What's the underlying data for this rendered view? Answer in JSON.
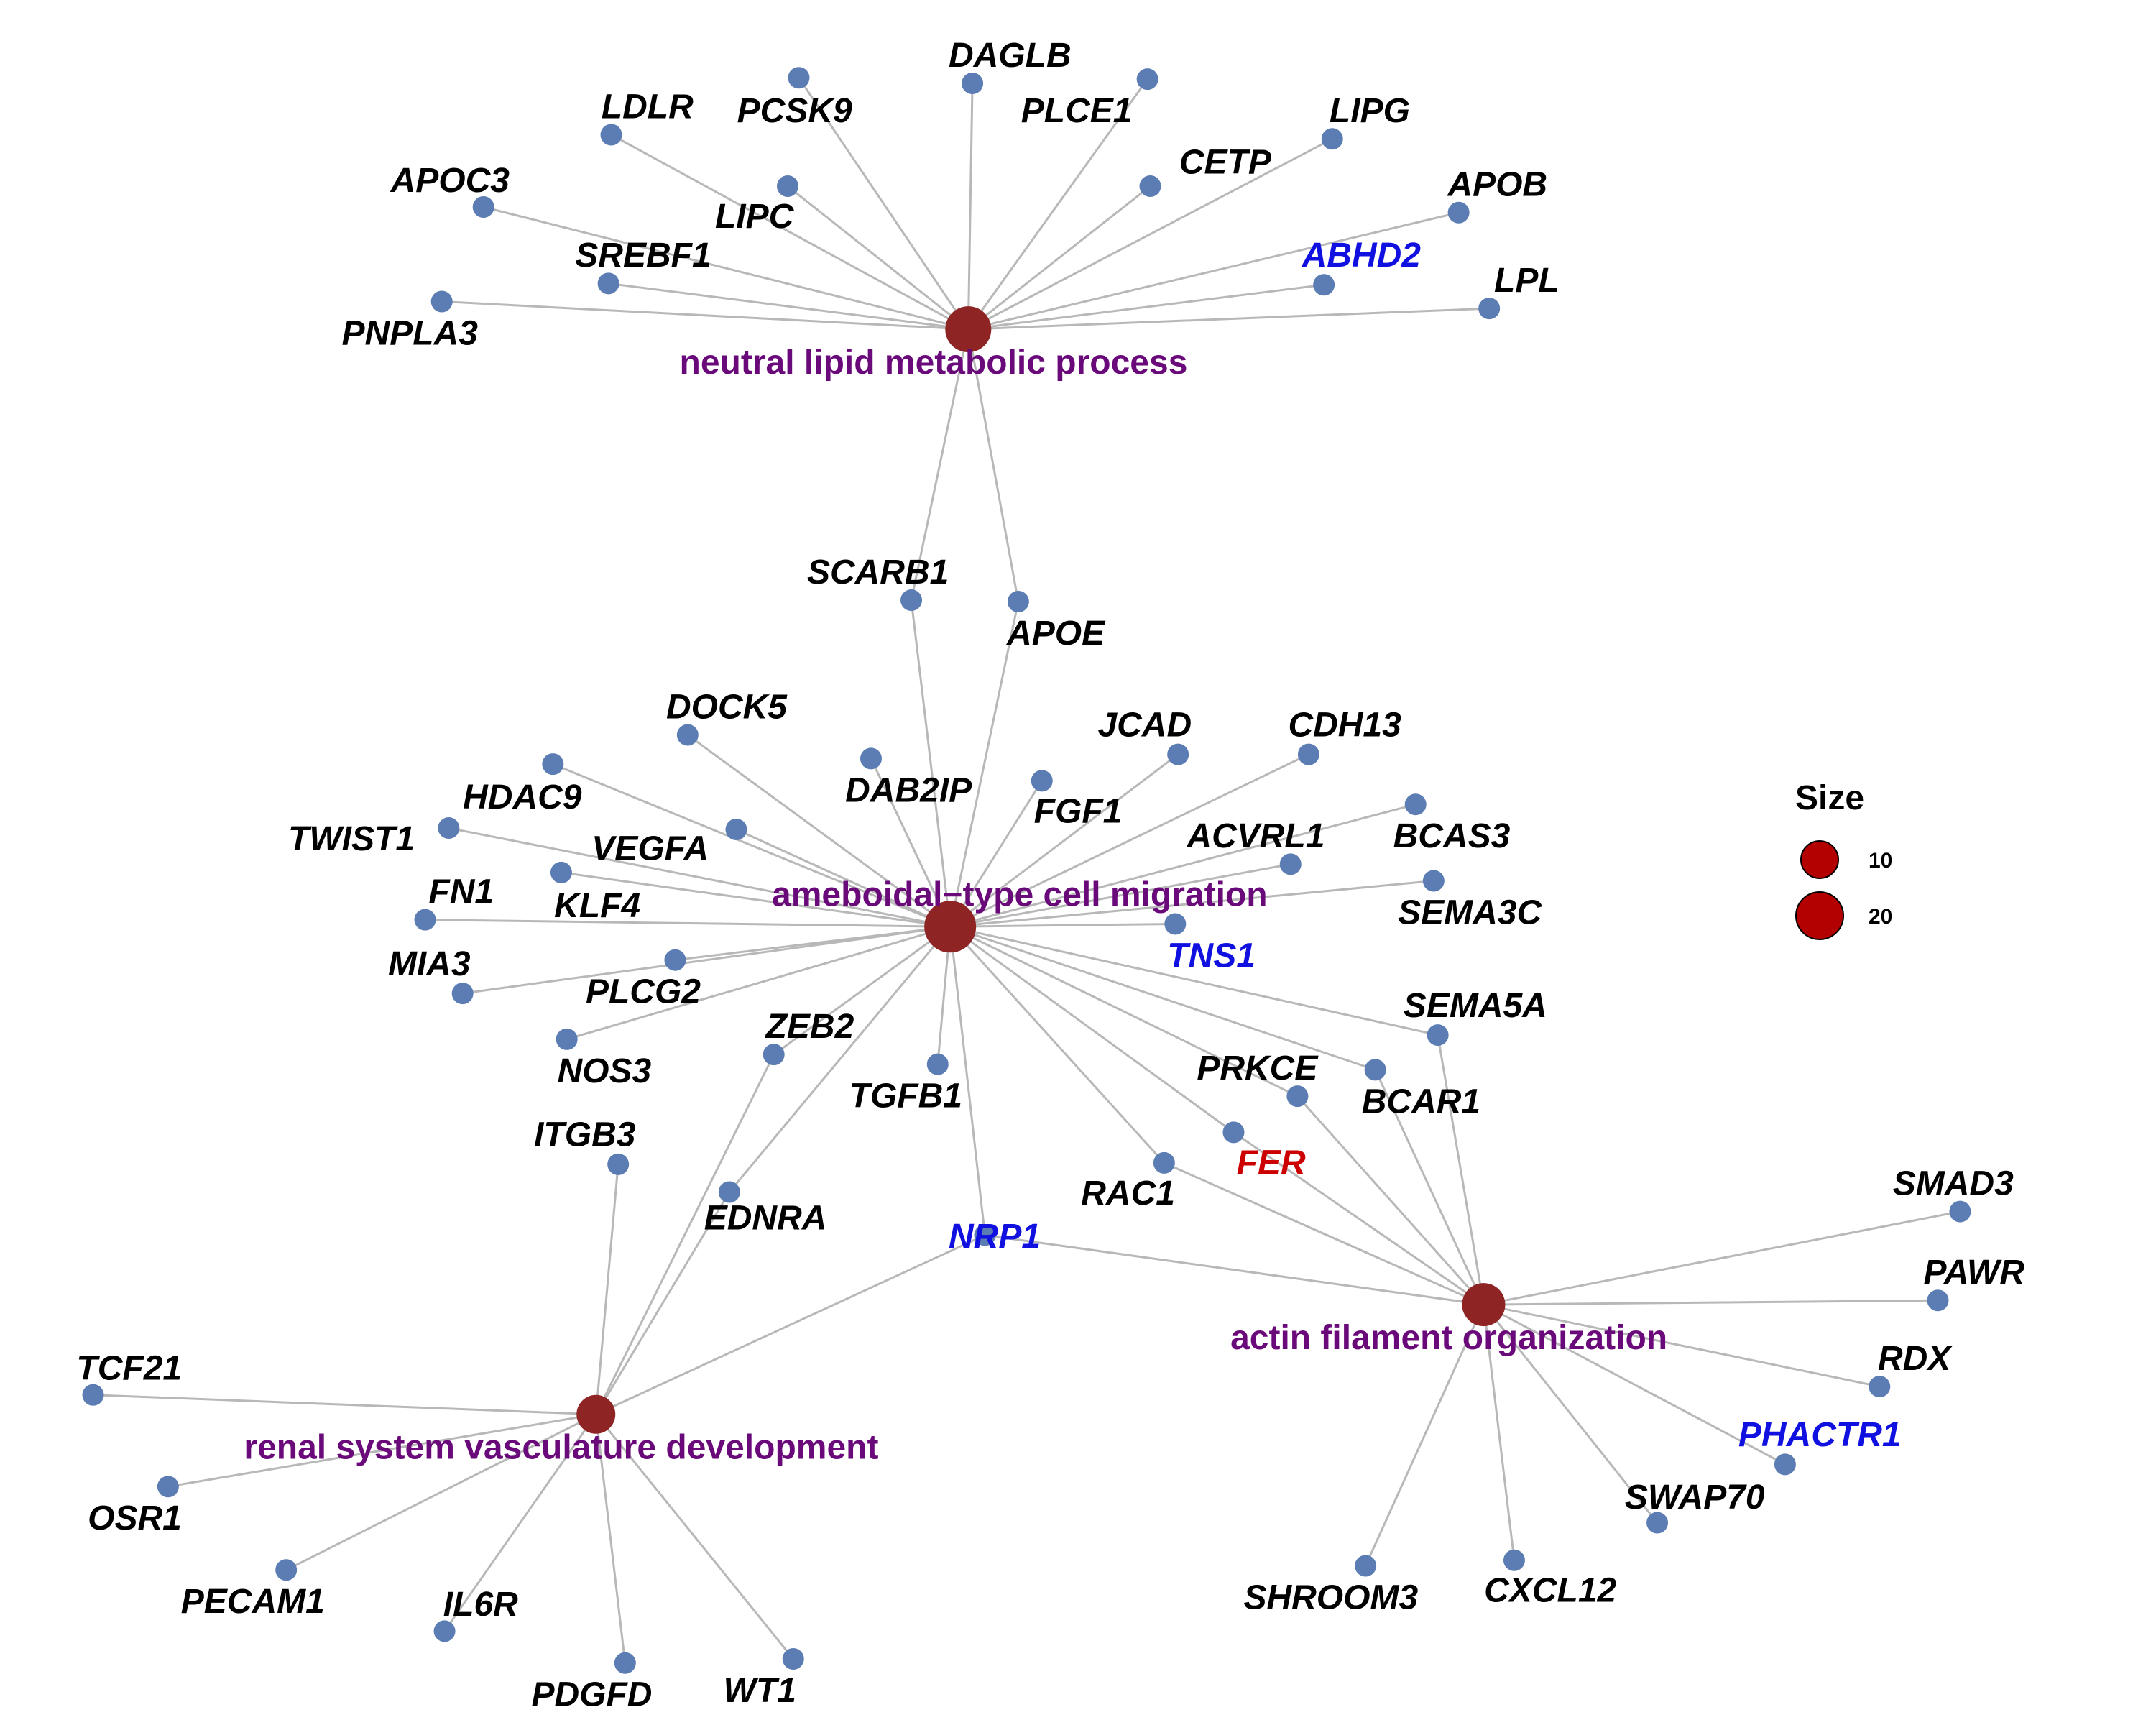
{
  "colors": {
    "edge": "#b8b8b8",
    "gene_node": "#5b7db3",
    "term_node": "#8e2424",
    "term_label": "#6a0a7a",
    "gene_label_default": "#000000",
    "gene_label_blue": "#1010e0",
    "gene_label_red": "#cc0000",
    "legend_node": "#b30000"
  },
  "terms": [
    {
      "id": "t_lipid",
      "label": "neutral lipid metabolic process",
      "size": 17
    },
    {
      "id": "t_mig",
      "label": "ameboidal−type cell migration",
      "size": 22
    },
    {
      "id": "t_actin",
      "label": "actin filament organization",
      "size": 17
    },
    {
      "id": "t_renal",
      "label": "renal system vasculature development",
      "size": 13
    }
  ],
  "genes": [
    {
      "id": "DAGLB",
      "label": "DAGLB",
      "color": "default"
    },
    {
      "id": "PCSK9",
      "label": "PCSK9",
      "color": "default"
    },
    {
      "id": "PLCE1",
      "label": "PLCE1",
      "color": "default"
    },
    {
      "id": "LDLR",
      "label": "LDLR",
      "color": "default"
    },
    {
      "id": "LIPG",
      "label": "LIPG",
      "color": "default"
    },
    {
      "id": "CETP",
      "label": "CETP",
      "color": "default"
    },
    {
      "id": "APOC3",
      "label": "APOC3",
      "color": "default"
    },
    {
      "id": "LIPC",
      "label": "LIPC",
      "color": "default"
    },
    {
      "id": "APOB",
      "label": "APOB",
      "color": "default"
    },
    {
      "id": "SREBF1",
      "label": "SREBF1",
      "color": "default"
    },
    {
      "id": "ABHD2",
      "label": "ABHD2",
      "color": "blue"
    },
    {
      "id": "LPL",
      "label": "LPL",
      "color": "default"
    },
    {
      "id": "PNPLA3",
      "label": "PNPLA3",
      "color": "default"
    },
    {
      "id": "SCARB1",
      "label": "SCARB1",
      "color": "default"
    },
    {
      "id": "APOE",
      "label": "APOE",
      "color": "default"
    },
    {
      "id": "DOCK5",
      "label": "DOCK5",
      "color": "default"
    },
    {
      "id": "JCAD",
      "label": "JCAD",
      "color": "default"
    },
    {
      "id": "CDH13",
      "label": "CDH13",
      "color": "default"
    },
    {
      "id": "DAB2IP",
      "label": "DAB2IP",
      "color": "default"
    },
    {
      "id": "HDAC9",
      "label": "HDAC9",
      "color": "default"
    },
    {
      "id": "FGF1",
      "label": "FGF1",
      "color": "default"
    },
    {
      "id": "TWIST1",
      "label": "TWIST1",
      "color": "default"
    },
    {
      "id": "VEGFA",
      "label": "VEGFA",
      "color": "default"
    },
    {
      "id": "ACVRL1",
      "label": "ACVRL1",
      "color": "default"
    },
    {
      "id": "BCAS3",
      "label": "BCAS3",
      "color": "default"
    },
    {
      "id": "FN1",
      "label": "FN1",
      "color": "default"
    },
    {
      "id": "KLF4",
      "label": "KLF4",
      "color": "default"
    },
    {
      "id": "SEMA3C",
      "label": "SEMA3C",
      "color": "default"
    },
    {
      "id": "TNS1",
      "label": "TNS1",
      "color": "blue"
    },
    {
      "id": "MIA3",
      "label": "MIA3",
      "color": "default"
    },
    {
      "id": "PLCG2",
      "label": "PLCG2",
      "color": "default"
    },
    {
      "id": "SEMA5A",
      "label": "SEMA5A",
      "color": "default"
    },
    {
      "id": "ZEB2",
      "label": "ZEB2",
      "color": "default"
    },
    {
      "id": "NOS3",
      "label": "NOS3",
      "color": "default"
    },
    {
      "id": "PRKCE",
      "label": "PRKCE",
      "color": "default"
    },
    {
      "id": "TGFB1",
      "label": "TGFB1",
      "color": "default"
    },
    {
      "id": "BCAR1",
      "label": "BCAR1",
      "color": "default"
    },
    {
      "id": "ITGB3",
      "label": "ITGB3",
      "color": "default"
    },
    {
      "id": "FER",
      "label": "FER",
      "color": "red"
    },
    {
      "id": "RAC1",
      "label": "RAC1",
      "color": "default"
    },
    {
      "id": "EDNRA",
      "label": "EDNRA",
      "color": "default"
    },
    {
      "id": "NRP1",
      "label": "NRP1",
      "color": "blue"
    },
    {
      "id": "SMAD3",
      "label": "SMAD3",
      "color": "default"
    },
    {
      "id": "PAWR",
      "label": "PAWR",
      "color": "default"
    },
    {
      "id": "TCF21",
      "label": "TCF21",
      "color": "default"
    },
    {
      "id": "RDX",
      "label": "RDX",
      "color": "default"
    },
    {
      "id": "PHACTR1",
      "label": "PHACTR1",
      "color": "blue"
    },
    {
      "id": "OSR1",
      "label": "OSR1",
      "color": "default"
    },
    {
      "id": "SWAP70",
      "label": "SWAP70",
      "color": "default"
    },
    {
      "id": "PECAM1",
      "label": "PECAM1",
      "color": "default"
    },
    {
      "id": "IL6R",
      "label": "IL6R",
      "color": "default"
    },
    {
      "id": "SHROOM3",
      "label": "SHROOM3",
      "color": "default"
    },
    {
      "id": "CXCL12",
      "label": "CXCL12",
      "color": "default"
    },
    {
      "id": "PDGFD",
      "label": "PDGFD",
      "color": "default"
    },
    {
      "id": "WT1",
      "label": "WT1",
      "color": "default"
    }
  ],
  "edges": [
    [
      "t_lipid",
      "DAGLB"
    ],
    [
      "t_lipid",
      "PCSK9"
    ],
    [
      "t_lipid",
      "PLCE1"
    ],
    [
      "t_lipid",
      "LDLR"
    ],
    [
      "t_lipid",
      "LIPG"
    ],
    [
      "t_lipid",
      "CETP"
    ],
    [
      "t_lipid",
      "APOC3"
    ],
    [
      "t_lipid",
      "LIPC"
    ],
    [
      "t_lipid",
      "APOB"
    ],
    [
      "t_lipid",
      "SREBF1"
    ],
    [
      "t_lipid",
      "ABHD2"
    ],
    [
      "t_lipid",
      "LPL"
    ],
    [
      "t_lipid",
      "PNPLA3"
    ],
    [
      "t_lipid",
      "SCARB1"
    ],
    [
      "t_lipid",
      "APOE"
    ],
    [
      "t_mig",
      "SCARB1"
    ],
    [
      "t_mig",
      "APOE"
    ],
    [
      "t_mig",
      "DOCK5"
    ],
    [
      "t_mig",
      "JCAD"
    ],
    [
      "t_mig",
      "CDH13"
    ],
    [
      "t_mig",
      "DAB2IP"
    ],
    [
      "t_mig",
      "HDAC9"
    ],
    [
      "t_mig",
      "FGF1"
    ],
    [
      "t_mig",
      "TWIST1"
    ],
    [
      "t_mig",
      "VEGFA"
    ],
    [
      "t_mig",
      "ACVRL1"
    ],
    [
      "t_mig",
      "BCAS3"
    ],
    [
      "t_mig",
      "FN1"
    ],
    [
      "t_mig",
      "KLF4"
    ],
    [
      "t_mig",
      "SEMA3C"
    ],
    [
      "t_mig",
      "TNS1"
    ],
    [
      "t_mig",
      "MIA3"
    ],
    [
      "t_mig",
      "PLCG2"
    ],
    [
      "t_mig",
      "SEMA5A"
    ],
    [
      "t_mig",
      "ZEB2"
    ],
    [
      "t_mig",
      "NOS3"
    ],
    [
      "t_mig",
      "PRKCE"
    ],
    [
      "t_mig",
      "TGFB1"
    ],
    [
      "t_mig",
      "BCAR1"
    ],
    [
      "t_mig",
      "FER"
    ],
    [
      "t_mig",
      "RAC1"
    ],
    [
      "t_mig",
      "EDNRA"
    ],
    [
      "t_mig",
      "NRP1"
    ],
    [
      "t_actin",
      "SEMA5A"
    ],
    [
      "t_actin",
      "BCAR1"
    ],
    [
      "t_actin",
      "PRKCE"
    ],
    [
      "t_actin",
      "FER"
    ],
    [
      "t_actin",
      "RAC1"
    ],
    [
      "t_actin",
      "NRP1"
    ],
    [
      "t_actin",
      "SMAD3"
    ],
    [
      "t_actin",
      "PAWR"
    ],
    [
      "t_actin",
      "RDX"
    ],
    [
      "t_actin",
      "PHACTR1"
    ],
    [
      "t_actin",
      "SWAP70"
    ],
    [
      "t_actin",
      "SHROOM3"
    ],
    [
      "t_actin",
      "CXCL12"
    ],
    [
      "t_renal",
      "ITGB3"
    ],
    [
      "t_renal",
      "ZEB2"
    ],
    [
      "t_renal",
      "EDNRA"
    ],
    [
      "t_renal",
      "NRP1"
    ],
    [
      "t_renal",
      "TCF21"
    ],
    [
      "t_renal",
      "OSR1"
    ],
    [
      "t_renal",
      "PECAM1"
    ],
    [
      "t_renal",
      "IL6R"
    ],
    [
      "t_renal",
      "PDGFD"
    ],
    [
      "t_renal",
      "WT1"
    ]
  ],
  "legend": {
    "title": "Size",
    "items": [
      {
        "label": "10",
        "size": 10
      },
      {
        "label": "20",
        "size": 20
      }
    ]
  }
}
